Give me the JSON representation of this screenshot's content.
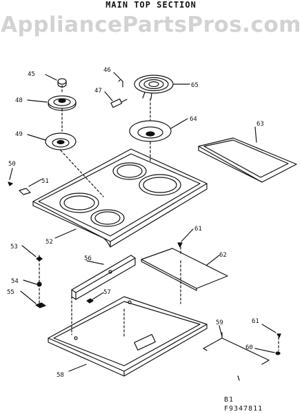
{
  "title": "MAIN TOP SECTION",
  "watermark": "AppliancePartsPros.com",
  "footer": {
    "line1": "B1",
    "line2": "F9347811"
  },
  "callouts": [
    "45",
    "46",
    "47",
    "48",
    "49",
    "50",
    "51",
    "52",
    "53",
    "54",
    "55",
    "56",
    "57",
    "58",
    "59",
    "60",
    "61",
    "62",
    "63",
    "64",
    "65",
    "61"
  ]
}
